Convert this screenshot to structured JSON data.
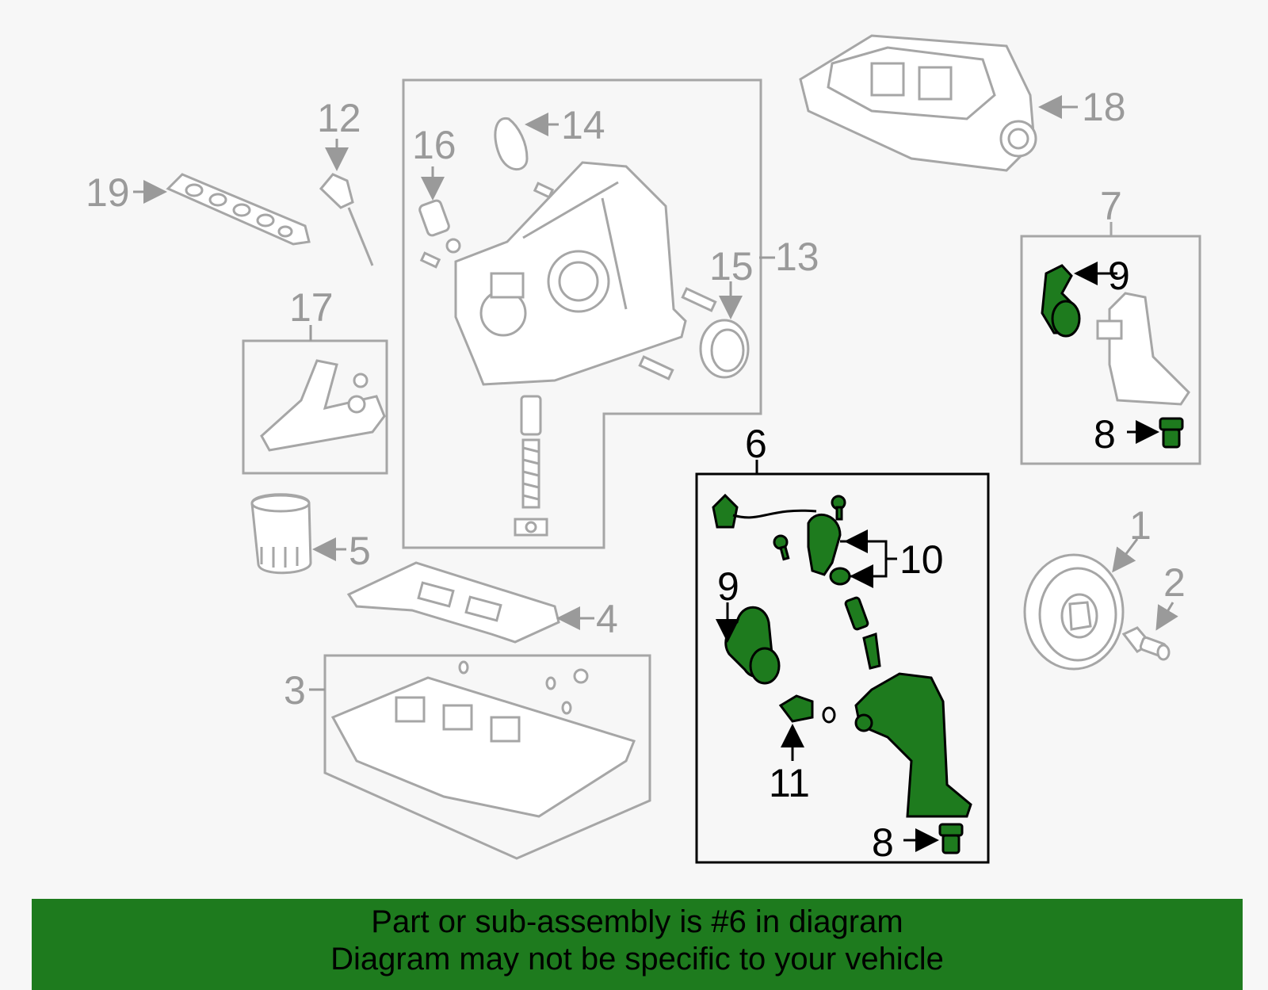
{
  "callouts": {
    "c1": "1",
    "c2": "2",
    "c3": "3",
    "c4": "4",
    "c5": "5",
    "c6": "6",
    "c7": "7",
    "c8a": "8",
    "c8b": "8",
    "c9a": "9",
    "c9b": "9",
    "c10": "10",
    "c11": "11",
    "c12": "12",
    "c13": "13",
    "c14": "14",
    "c15": "15",
    "c16": "16",
    "c17": "17",
    "c18": "18",
    "c19": "19"
  },
  "banner": {
    "line1": "Part or sub-assembly is #6 in diagram",
    "line2": "Diagram may not be specific to your vehicle"
  },
  "colors": {
    "highlight": "#1e7b1e",
    "part_gray": "#a6a6a6",
    "background": "#f7f7f7"
  }
}
